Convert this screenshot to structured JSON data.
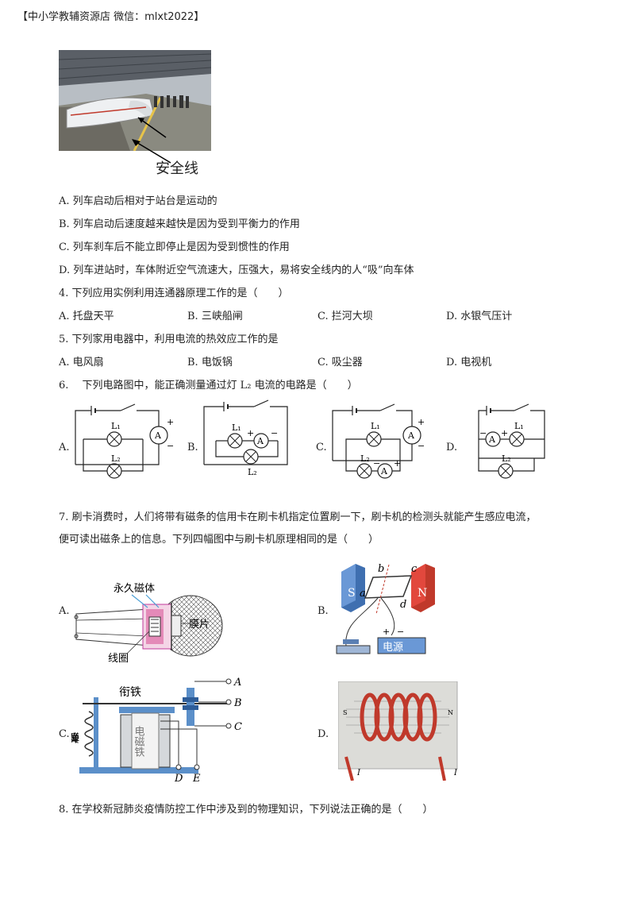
{
  "header": {
    "text": "【中小学教辅资源店 微信：mlxt2022】"
  },
  "q3": {
    "photo_caption": "安全线",
    "options": [
      "A.  列车启动后相对于站台是运动的",
      "B.  列车启动后速度越来越快是因为受到平衡力的作用",
      "C.  列车刹车后不能立即停止是因为受到惯性的作用",
      "D.  列车进站时，车体附近空气流速大，压强大，易将安全线内的人“吸”向车体"
    ]
  },
  "q4": {
    "stem": "4. 下列应用实例利用连通器原理工作的是（　　）",
    "options": [
      "A.  托盘天平",
      "B.  三峡船闸",
      "C.  拦河大坝",
      "D.  水银气压计"
    ]
  },
  "q5": {
    "stem": "5. 下列家用电器中，利用电流的热效应工作的是",
    "options": [
      "A.  电风扇",
      "B.  电饭锅",
      "C.  吸尘器",
      "D.  电视机"
    ]
  },
  "q6": {
    "stem": "6.　 下列电路图中，能正确测量通过灯 L₂ 电流的电路是（　　）",
    "letters": [
      "A.",
      "B.",
      "C.",
      "D."
    ],
    "labels": {
      "L1": "L₁",
      "L2": "L₂",
      "ammeter": "A",
      "plus": "+",
      "minus": "−"
    }
  },
  "q7": {
    "stem_line1": "7. 刷卡消费时，人们将带有磁条的信用卡在刷卡机指定位置刷一下，刷卡机的检测头就能产生感应电流，",
    "stem_line2": "便可读出磁条上的信息。下列四幅图中与刷卡机原理相同的是（　　）",
    "letters": [
      "A.",
      "B.",
      "C.",
      "D."
    ],
    "figA": {
      "magnet": "永久磁体",
      "coil": "线圈",
      "diaphragm": "膜片"
    },
    "figB": {
      "S": "S",
      "N": "N",
      "a": "a",
      "b": "b",
      "c": "c",
      "d": "d",
      "power": "电源",
      "plus": "+",
      "minus": "−"
    },
    "figC": {
      "armature": "衔铁",
      "spring": "弹簧",
      "electromagnet": "电磁铁",
      "A": "A",
      "B": "B",
      "C": "C",
      "D": "D",
      "E": "E"
    },
    "figD": {
      "S": "S",
      "N": "N",
      "I": "I"
    }
  },
  "q8": {
    "stem": "8. 在学校新冠肺炎疫情防控工作中涉及到的物理知识，下列说法正确的是（　　）"
  }
}
